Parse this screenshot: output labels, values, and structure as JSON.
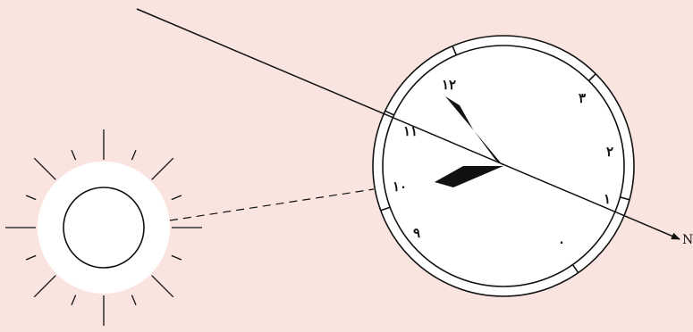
{
  "compass_line": {
    "end_label": "N"
  },
  "clock": {
    "numerals": {
      "n12": "۱۲",
      "n11": "۱۱",
      "n10": "۱۰",
      "n9": "۹",
      "n3": "۳",
      "n2": "۲",
      "n1": "۱",
      "n0": "۰"
    }
  },
  "colors": {
    "background": "#f9e4df",
    "stroke": "#111111",
    "face": "#ffffff"
  }
}
